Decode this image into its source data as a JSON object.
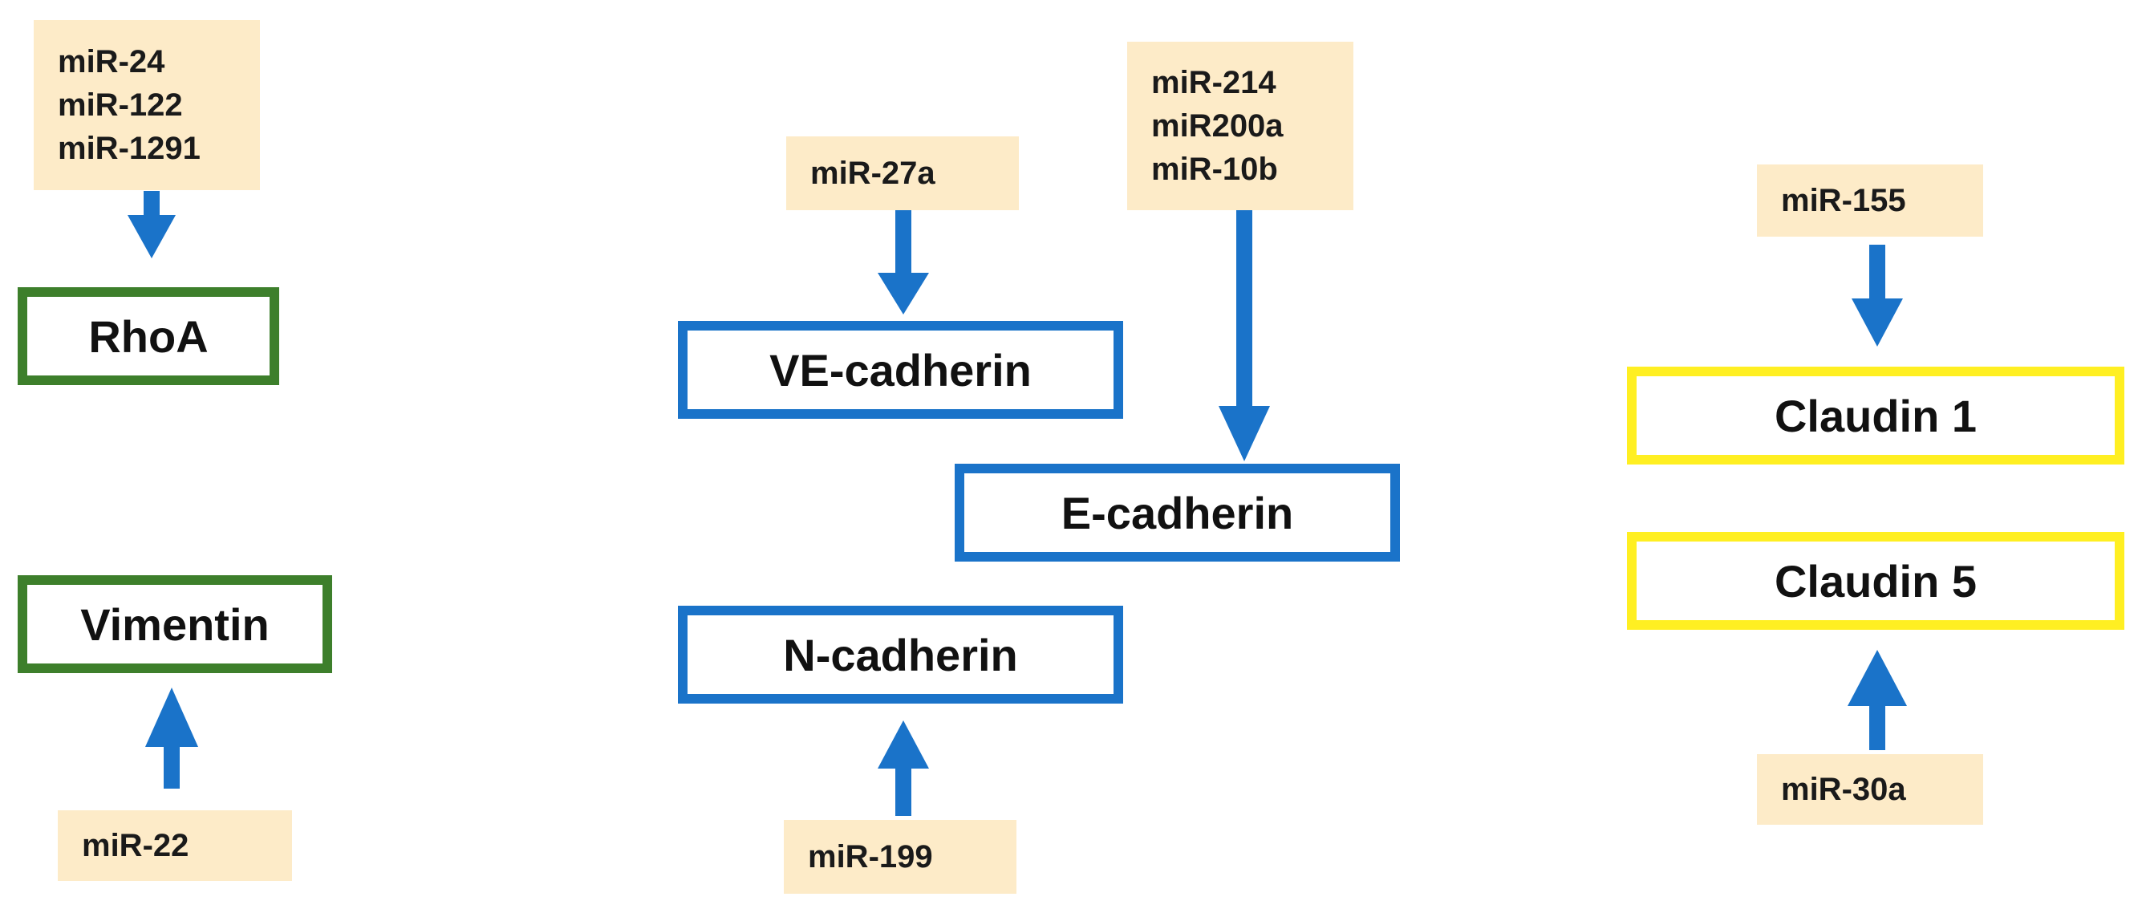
{
  "colors": {
    "mirna_fill": "#fdebc8",
    "arrow": "#1a73c9",
    "green_group": "#3d7f2b",
    "blue_group": "#1a73c9",
    "yellow_group": "#ffef22"
  },
  "mirnas": {
    "rhoa_group": [
      "miR-24",
      "miR-122",
      "miR-1291"
    ],
    "ecad_group": [
      "miR-214",
      "miR200a",
      "miR-10b"
    ],
    "vecad": "miR-27a",
    "vimentin": "miR-22",
    "ncad": "miR-199",
    "claudin1": "miR-155",
    "claudin5": "miR-30a"
  },
  "genes": {
    "rhoa": "RhoA",
    "vimentin": "Vimentin",
    "vecad": "VE-cadherin",
    "ecad": "E-cadherin",
    "ncad": "N-cadherin",
    "claudin1": "Claudin 1",
    "claudin5": "Claudin 5"
  }
}
